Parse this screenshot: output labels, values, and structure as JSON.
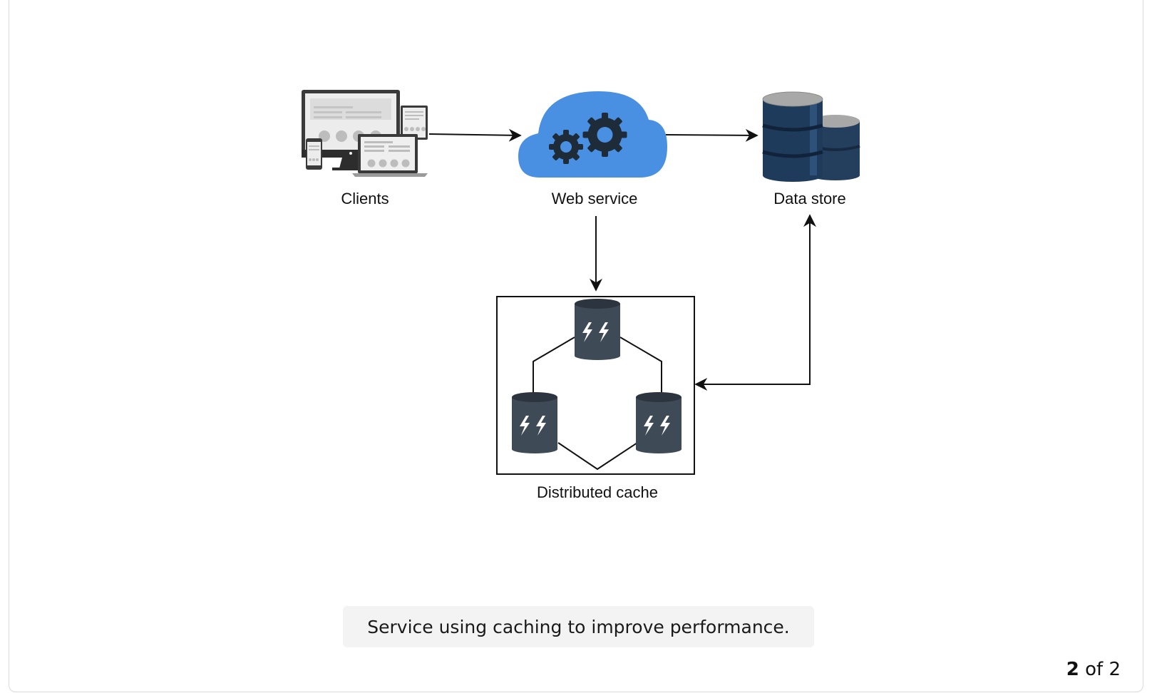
{
  "diagram": {
    "nodes": {
      "clients": {
        "label": "Clients",
        "icon": "devices-icon"
      },
      "web_service": {
        "label": "Web service",
        "icon": "cloud-gears-icon"
      },
      "data_store": {
        "label": "Data store",
        "icon": "database-icon"
      },
      "distributed_cache": {
        "label": "Distributed cache",
        "icon": "cache-cluster-icon"
      }
    },
    "edges": [
      {
        "from": "clients",
        "to": "web_service"
      },
      {
        "from": "web_service",
        "to": "data_store"
      },
      {
        "from": "web_service",
        "to": "distributed_cache"
      },
      {
        "from": "distributed_cache",
        "to": "data_store",
        "bidirectional": true
      }
    ],
    "colors": {
      "cloud": "#4a90e2",
      "database": "#1f3b5c",
      "cache_node": "#3e4a56",
      "line": "#111111"
    }
  },
  "caption": "Service using caching to improve performance.",
  "pager": {
    "current": "2",
    "separator": "of",
    "total": "2"
  }
}
